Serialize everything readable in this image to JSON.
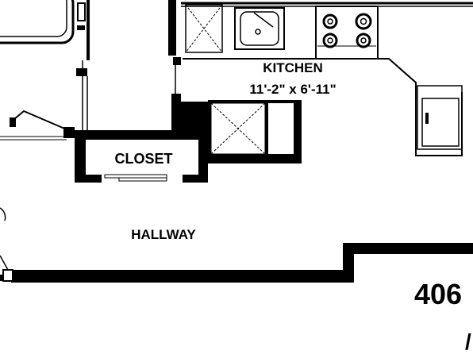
{
  "rooms": {
    "kitchen": {
      "name": "KITCHEN",
      "dims": "11'-2\" x 6'-11\""
    },
    "closet": {
      "name": "CLOSET"
    },
    "hallway": {
      "name": "HALLWAY"
    }
  },
  "unit_number": "406"
}
